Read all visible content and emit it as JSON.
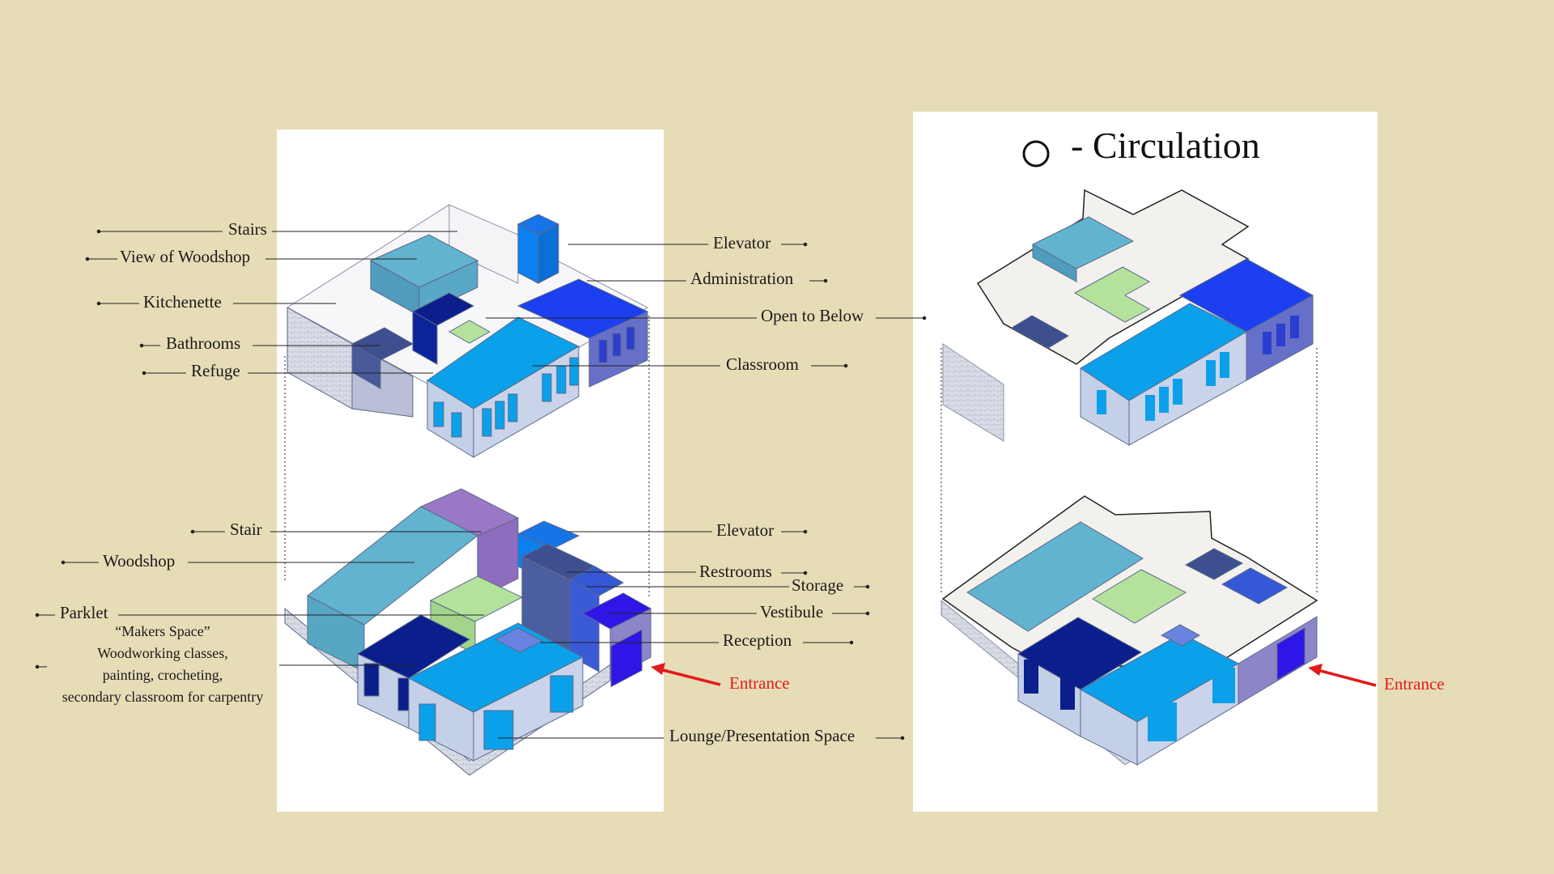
{
  "left_labels": {
    "stairs": "Stairs",
    "view_woodshop": "View of Woodshop",
    "kitchenette": "Kitchenette",
    "bathrooms": "Bathrooms",
    "refuge": "Refuge",
    "stair": "Stair",
    "woodshop": "Woodshop",
    "parklet": "Parklet",
    "makers_space": [
      "“Makers Space”",
      "Woodworking classes,",
      "painting, crocheting,",
      "secondary classroom for carpentry"
    ]
  },
  "right_labels": {
    "elevator_upper": "Elevator",
    "administration": "Administration",
    "open_to_below": "Open to Below",
    "classroom": "Classroom",
    "elevator_lower": "Elevator",
    "restrooms": "Restrooms",
    "storage": "Storage",
    "vestibule": "Vestibule",
    "reception": "Reception",
    "entrance": "Entrance",
    "lounge": "Lounge/Presentation Space"
  },
  "circulation_panel": {
    "legend": "- Circulation",
    "entrance": "Entrance"
  },
  "colors": {
    "background": "#e6dcb6",
    "panel": "#ffffff",
    "light_blue": "#62b3cf",
    "sky_blue": "#0ba0ea",
    "bright_blue": "#1c3ff0",
    "navy": "#0a1e8c",
    "slate": "#3d4f8f",
    "purple": "#9a78c6",
    "mint": "#b4e29c",
    "violet": "#2e16e6",
    "circulation": "#f3f1ee",
    "entrance_red": "#e01b1b"
  }
}
